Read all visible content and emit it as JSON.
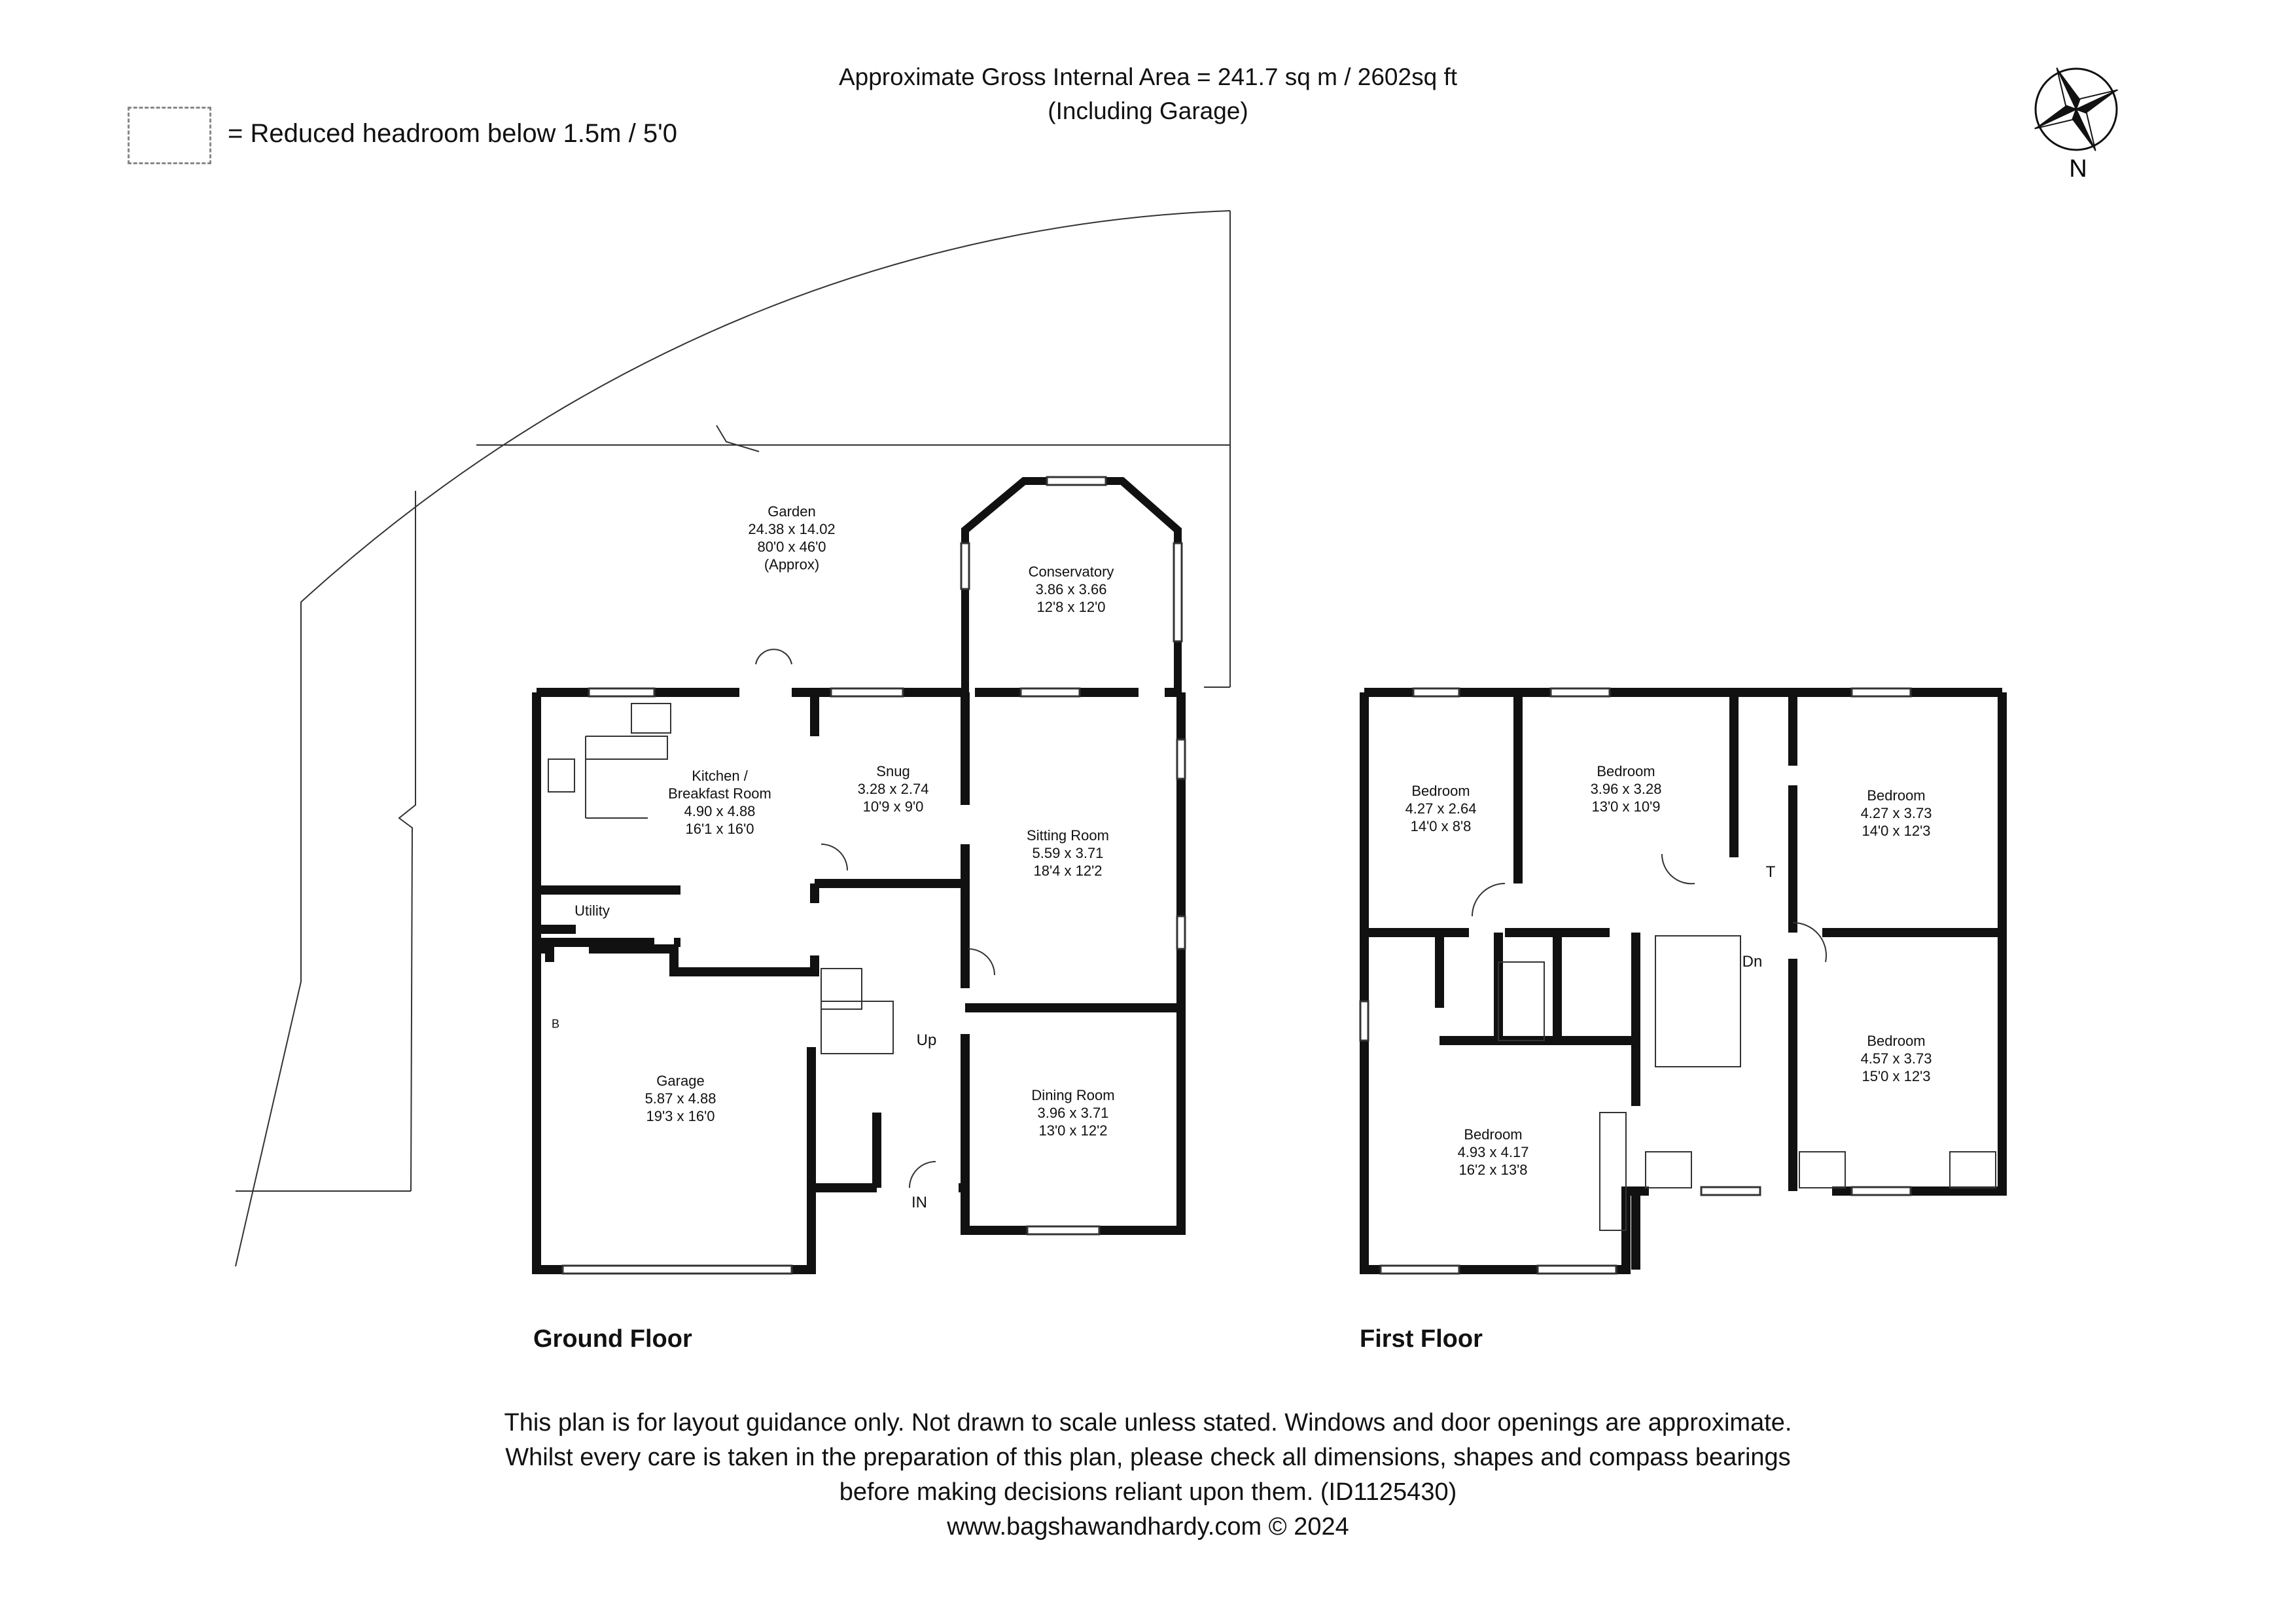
{
  "header": {
    "area_line": "Approximate Gross Internal Area = 241.7 sq m / 2602sq ft",
    "garage_line": "(Including Garage)"
  },
  "legend": {
    "text": "= Reduced headroom below 1.5m / 5'0"
  },
  "compass": {
    "icon": "compass-rose-icon",
    "label": "N"
  },
  "rooms": {
    "garden": {
      "name": "Garden",
      "metric": "24.38 x 14.02",
      "imperial": "80'0 x 46'0",
      "note": "(Approx)"
    },
    "conservatory": {
      "name": "Conservatory",
      "metric": "3.86 x 3.66",
      "imperial": "12'8 x 12'0"
    },
    "kitchen": {
      "name": "Kitchen /",
      "name2": "Breakfast Room",
      "metric": "4.90 x 4.88",
      "imperial": "16'1 x 16'0"
    },
    "snug": {
      "name": "Snug",
      "metric": "3.28 x 2.74",
      "imperial": "10'9 x 9'0"
    },
    "sitting": {
      "name": "Sitting Room",
      "metric": "5.59 x 3.71",
      "imperial": "18'4 x 12'2"
    },
    "utility": {
      "name": "Utility"
    },
    "garage": {
      "name": "Garage",
      "metric": "5.87 x 4.88",
      "imperial": "19'3 x 16'0"
    },
    "dining": {
      "name": "Dining Room",
      "metric": "3.96 x 3.71",
      "imperial": "13'0 x 12'2"
    },
    "bed1": {
      "name": "Bedroom",
      "metric": "4.27 x 2.64",
      "imperial": "14'0 x 8'8"
    },
    "bed2": {
      "name": "Bedroom",
      "metric": "3.96 x 3.28",
      "imperial": "13'0 x 10'9"
    },
    "bed3": {
      "name": "Bedroom",
      "metric": "4.27 x 3.73",
      "imperial": "14'0 x 12'3"
    },
    "bed4": {
      "name": "Bedroom",
      "metric": "4.57 x 3.73",
      "imperial": "15'0 x 12'3"
    },
    "bed5": {
      "name": "Bedroom",
      "metric": "4.93 x 4.17",
      "imperial": "16'2 x 13'8"
    }
  },
  "marks": {
    "up": "Up",
    "in": "IN",
    "dn": "Dn",
    "boiler": "B",
    "tank": "T"
  },
  "floors": {
    "ground": "Ground Floor",
    "first": "First Floor"
  },
  "footer": {
    "line1": "This plan is for layout guidance only. Not drawn to scale unless stated. Windows and door openings are approximate.",
    "line2": "Whilst every care is taken in the preparation of this plan, please check all dimensions, shapes and compass bearings",
    "line3": "before making decisions reliant upon them. (ID1125430)",
    "line4": "www.bagshawandhardy.com © 2024"
  }
}
